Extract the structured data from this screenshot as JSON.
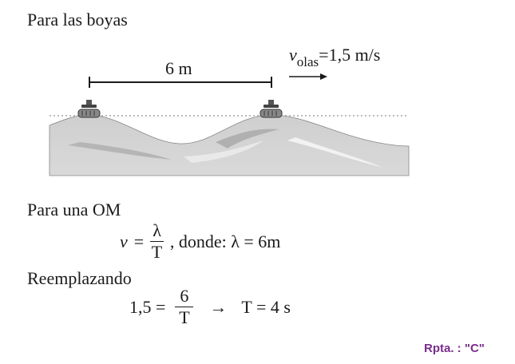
{
  "heading_boyas": "Para las boyas",
  "figure": {
    "distance_label": "6 m",
    "velocity_symbol": "v",
    "velocity_subscript": "olas",
    "velocity_value": "=1,5 m/s"
  },
  "heading_om": "Para una OM",
  "eq1": {
    "lhs": "v",
    "equals": "=",
    "numerator": "λ",
    "denominator": "T",
    "trail": ",  donde: λ = 6m"
  },
  "heading_reemplazando": "Reemplazando",
  "eq2": {
    "lhs": "1,5 =",
    "numerator": "6",
    "denominator": "T",
    "arrow": "→",
    "result": "T = 4 s"
  },
  "answer": "Rpta. : \"C\""
}
